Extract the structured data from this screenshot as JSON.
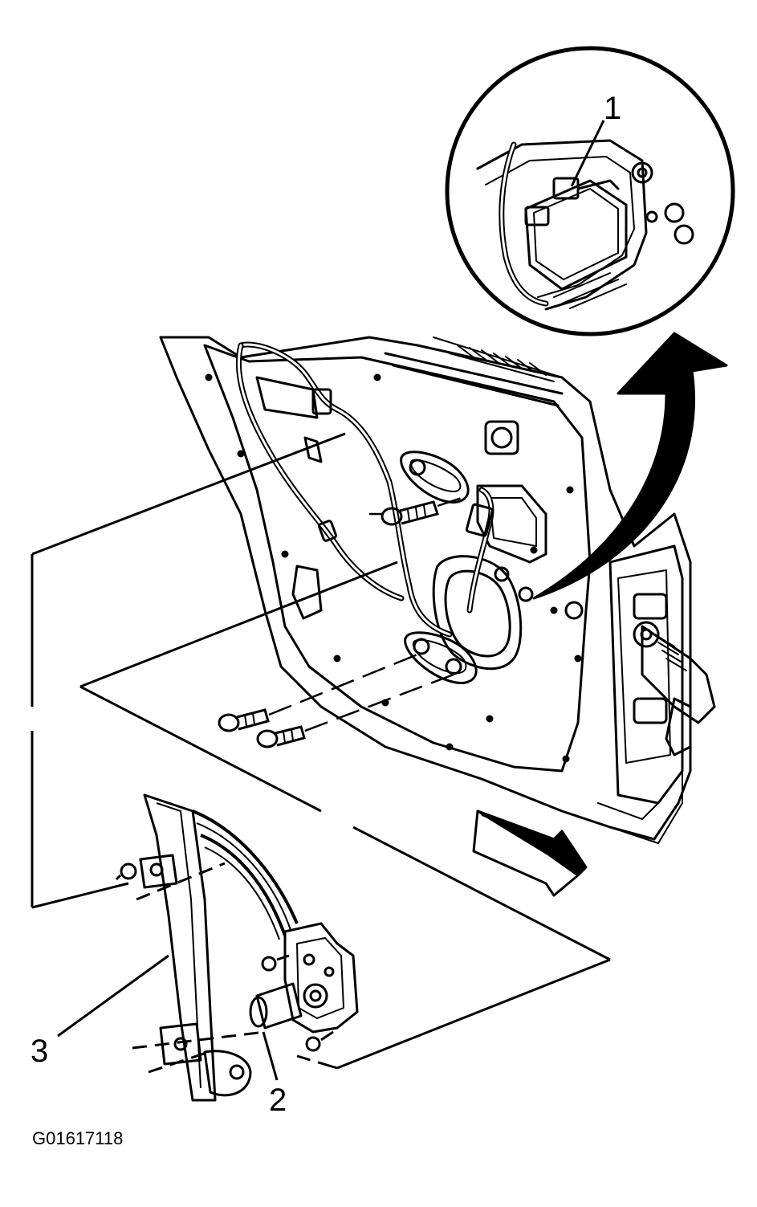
{
  "diagram": {
    "callouts": [
      {
        "id": "1",
        "label": "1"
      },
      {
        "id": "2",
        "label": "2"
      },
      {
        "id": "3",
        "label": "3"
      }
    ],
    "figure_id": "G01617118"
  },
  "colors": {
    "line": "#000000",
    "background": "#ffffff"
  }
}
